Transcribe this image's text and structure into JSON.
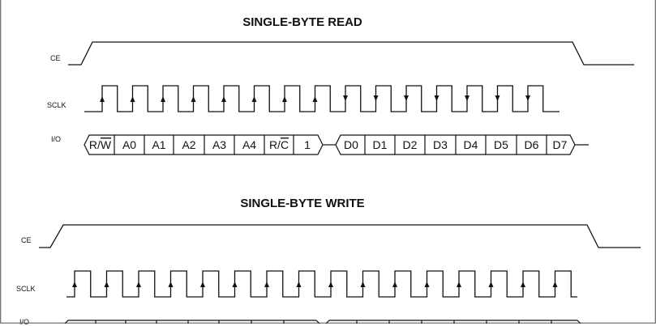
{
  "read": {
    "title": "SINGLE-BYTE READ",
    "ce_label": "CE",
    "sclk_label": "SCLK",
    "io_label": "I/O",
    "cells_1": [
      {
        "main": "R/",
        "over": "W"
      },
      {
        "main": "A0"
      },
      {
        "main": "A1"
      },
      {
        "main": "A2"
      },
      {
        "main": "A3"
      },
      {
        "main": "A4"
      },
      {
        "main": "R/",
        "over": "C"
      },
      {
        "main": "1"
      }
    ],
    "cells_2": [
      "D0",
      "D1",
      "D2",
      "D3",
      "D4",
      "D5",
      "D6",
      "D7"
    ]
  },
  "write": {
    "title": "SINGLE-BYTE WRITE",
    "ce_label": "CE",
    "sclk_label": "SCLK",
    "io_label": "I/O"
  },
  "colors": {
    "line": "#111111",
    "frame": "#666666"
  }
}
